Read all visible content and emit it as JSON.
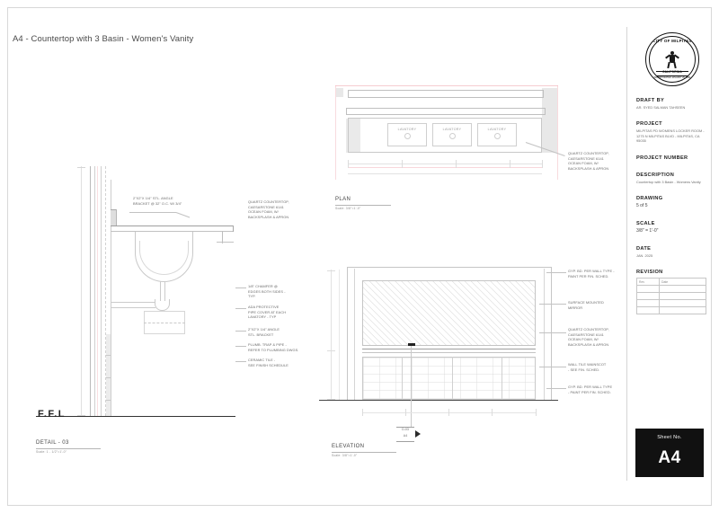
{
  "sheet": {
    "title": "A4 - Countertop with 3 Basin - Women's Vanity"
  },
  "title_block": {
    "seal": {
      "arc_top": "CITY OF MILPITAS",
      "state": "CALIFORNIA",
      "founded": "INCORPORATED JANUARY 26, 1954"
    },
    "draft_by_label": "DRAFT BY",
    "draft_by_value": "AR. SYED SALMAN TAHSEEN",
    "project_label": "PROJECT",
    "project_value": "MILPITAS PD\nWOMENS LOCKER ROOM -\n1275 N MILPITAS BLVD -\nMILPITAS, CA 95035",
    "project_number_label": "PROJECT NUMBER",
    "project_number_value": "",
    "description_label": "DESCRIPTION",
    "description_value": "Countertop with 3 Basin -\nWomens Vanity",
    "drawing_label": "DRAWING",
    "drawing_value": "5 of 5",
    "scale_label": "SCALE",
    "scale_value": "3/8\" = 1'-0\"",
    "date_label": "DATE",
    "date_value": "JAN. 2025",
    "revision_label": "REVISION",
    "revision_columns": [
      "Rev",
      "Date"
    ],
    "revision_rows": [
      {
        "rev": "",
        "date": ""
      },
      {
        "rev": "",
        "date": ""
      },
      {
        "rev": "",
        "date": ""
      },
      {
        "rev": "",
        "date": ""
      }
    ],
    "sheet_no_label": "Sheet No.",
    "sheet_no_value": "A4"
  },
  "views": {
    "plan": {
      "title": "PLAN",
      "scale": "Scale: 3/8\"=1'-0\"",
      "fixtures": [
        "LAVATORY",
        "LAVATORY",
        "LAVATORY"
      ],
      "note_countertop": "QUARTZ COUNTERTOP,\nCAESARSTONE 6141\nOCEAN FOAM, W/\nBACKSPLASH & APRON"
    },
    "detail": {
      "title": "DETAIL - 03",
      "scale": "Scale: 1 - 1/2\"=1'-0\"",
      "floor_line_label": "F.F.L",
      "note_bracket": "2\"X2\"X 1/4\" STL. ANGLE\nBRACKET @ 32\" O.C. W/ 3/4\"",
      "note_countertop": "QUARTZ COUNTERTOP,\nCAESARSTONE 6141\nOCEAN FOAM, W/\nBACKSPLASH & APRON",
      "note_chamfer": "1/8\" CHAMFER @\nEDGES BOTH SIDES -\nTYP.",
      "note_ada": "ADA PROTECTIVE\nPIPE COVER AT EACH\nLAVATORY - TYP",
      "note_angle": "2\"X2\"X 1/4\" ANGLE\nSTL. BRACKET",
      "note_plumb": "PLUMB. TRAP & PIPE -\nREFER TO PLUMBING DWGS.",
      "note_tile": "CERAMIC TILE -\nSEE FINISH SCHEDULE"
    },
    "elevation": {
      "title": "ELEVATION",
      "scale": "Scale: 3/8\"=1'-0\"",
      "note_gyp_top": "GYP. BD. PER WALL TYPE -\nPAINT PER FIN. SCHED.",
      "note_mirror": "SURFACE MOUNTED\nMIRROR",
      "note_countertop": "QUARTZ COUNTERTOP,\nCAESARSTONE 6141\nOCEAN FOAM, W/\nBACKSPLASH & APRON",
      "note_wainscot": "WALL TILE WAINSCOT\n- SEE FIN. SCHED.",
      "note_gyp_bottom": "GYP. BD. PER WALL TYPE\n- PAINT PER FIN. SCHED.",
      "section_marker": {
        "top": "D-03",
        "bottom": "A4"
      }
    }
  }
}
